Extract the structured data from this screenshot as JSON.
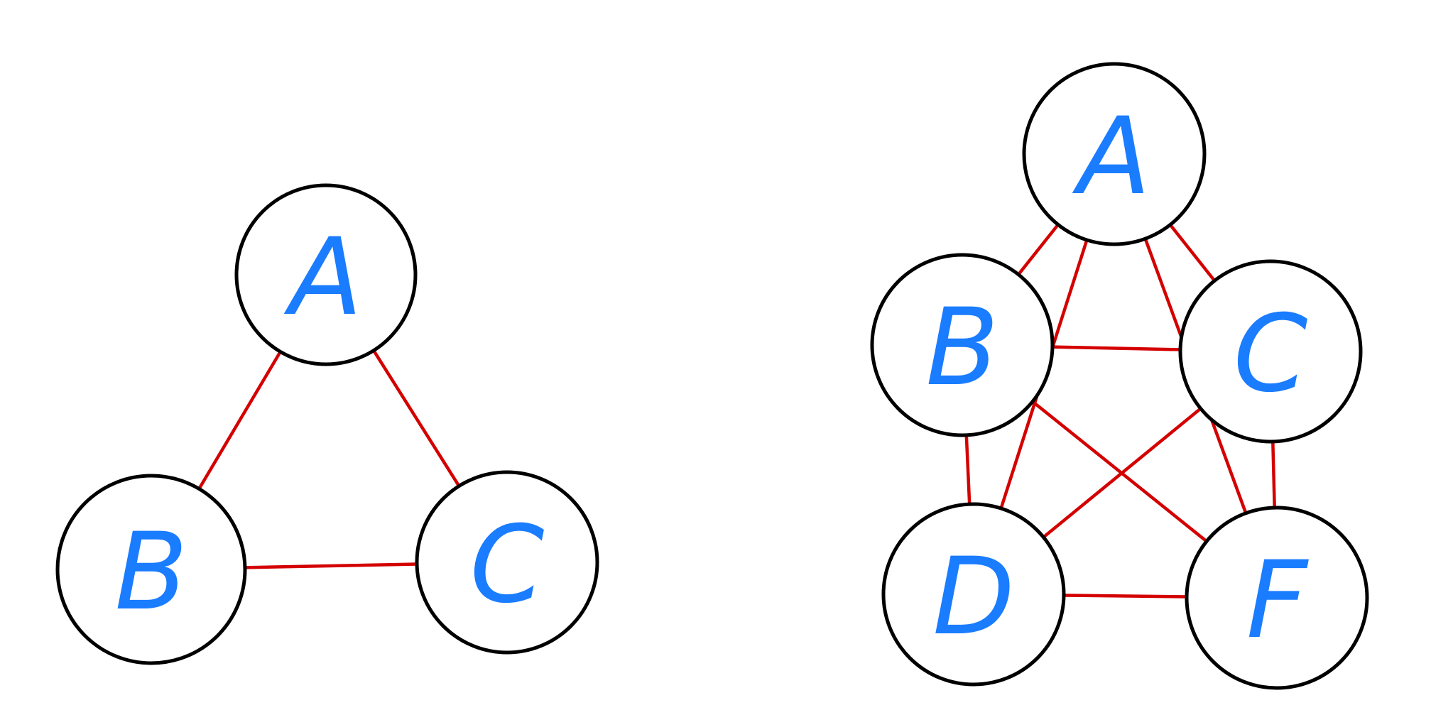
{
  "colors": {
    "background": "#ffffff",
    "node_stroke": "#000000",
    "edge": "#d40000",
    "label": "#1a7cff"
  },
  "graphs": [
    {
      "id": "left",
      "nodes": [
        "A",
        "B",
        "C"
      ],
      "edges": [
        [
          "A",
          "B"
        ],
        [
          "A",
          "C"
        ],
        [
          "B",
          "C"
        ]
      ]
    },
    {
      "id": "right",
      "nodes": [
        "A",
        "B",
        "C",
        "D",
        "F"
      ],
      "edges": [
        [
          "A",
          "B"
        ],
        [
          "A",
          "C"
        ],
        [
          "A",
          "D"
        ],
        [
          "A",
          "F"
        ],
        [
          "B",
          "C"
        ],
        [
          "B",
          "D"
        ],
        [
          "B",
          "F"
        ],
        [
          "C",
          "D"
        ],
        [
          "C",
          "F"
        ],
        [
          "D",
          "F"
        ]
      ]
    }
  ]
}
